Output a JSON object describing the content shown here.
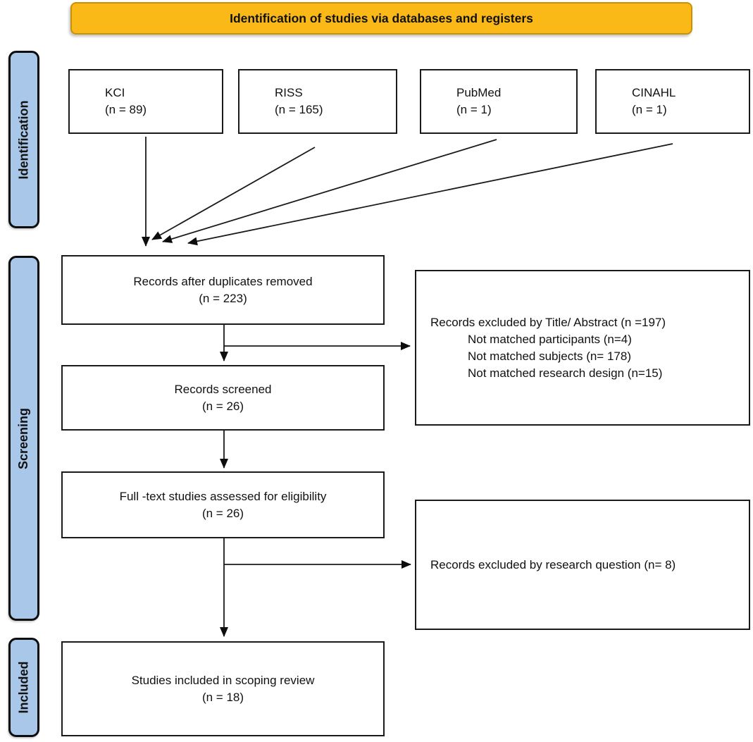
{
  "banner": {
    "title": "Identification of studies via databases and registers"
  },
  "stages": [
    {
      "label": "Identification"
    },
    {
      "label": "Screening"
    },
    {
      "label": "Included"
    }
  ],
  "sources": [
    {
      "name": "KCI",
      "count": "(n = 89)"
    },
    {
      "name": "RISS",
      "count": "(n = 165)"
    },
    {
      "name": "PubMed",
      "count": "(n = 1)"
    },
    {
      "name": "CINAHL",
      "count": "(n = 1)"
    }
  ],
  "flow": [
    {
      "line1": "Records after duplicates removed",
      "line2": "(n = 223)"
    },
    {
      "line1": "Records screened",
      "line2": "(n = 26)"
    },
    {
      "line1": "Full -text studies assessed for eligibility",
      "line2": "(n = 26)"
    },
    {
      "line1": "Studies included in scoping review",
      "line2": "(n = 18)"
    }
  ],
  "exclusions": [
    {
      "title": "Records excluded by Title/ Abstract (n =197)",
      "reasons": [
        "Not matched participants (n=4)",
        "Not matched subjects (n= 178)",
        "Not matched research design (n=15)"
      ]
    },
    {
      "title": "Records excluded by research question (n= 8)",
      "reasons": []
    }
  ],
  "colors": {
    "banner_bg": "#FBB917",
    "banner_border": "#C8910B",
    "stage_bg": "#A9C7E8",
    "box_border": "#1a1a1a"
  }
}
